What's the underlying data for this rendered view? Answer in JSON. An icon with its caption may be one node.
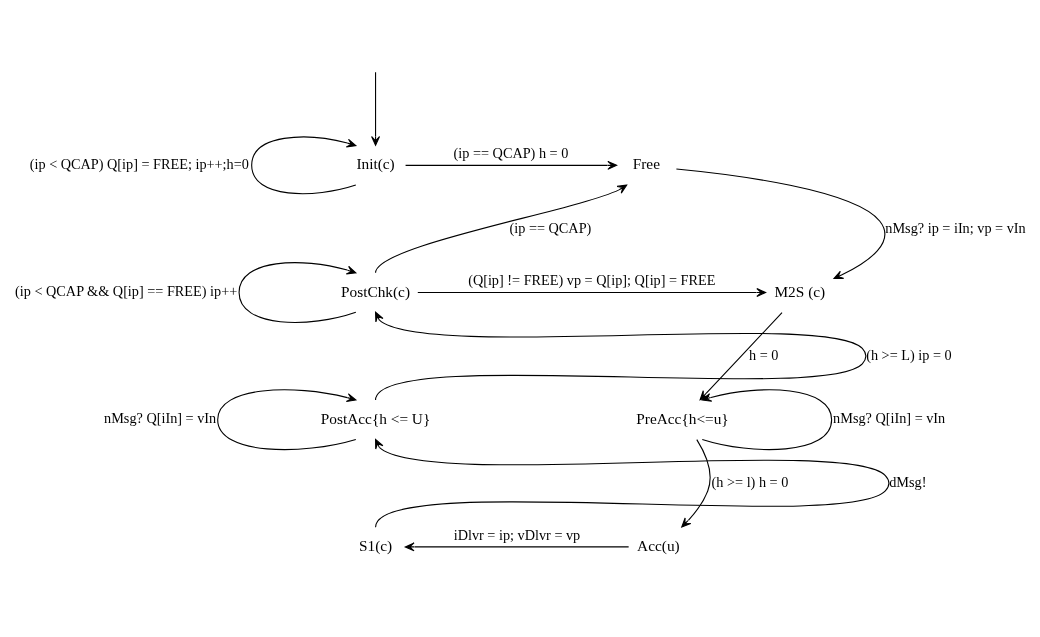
{
  "diagram": {
    "nodes": [
      {
        "text": [
          "Init(c)"
        ]
      },
      {
        "text": [
          "Free"
        ]
      },
      {
        "text": [
          "PostChk(c)"
        ]
      },
      {
        "text": [
          "M2S (c)"
        ]
      },
      {
        "text": [
          "PostAcc{h <= U}"
        ]
      },
      {
        "text": [
          "PreAcc{h<=u}"
        ]
      },
      {
        "text": [
          "S1(c)"
        ]
      },
      {
        "text": [
          "Acc(u)"
        ]
      }
    ],
    "edges": [
      {
        "from": null,
        "to": 0,
        "arrow": "to"
      },
      {
        "from": 0,
        "to": 1,
        "arrow": "to",
        "label": "(ip == QCAP) h = 0"
      },
      {
        "from": 0,
        "to": 0,
        "arrow": "to",
        "label": "(ip < QCAP) Q[ip] = FREE; ip++;h=0"
      },
      {
        "from": 1,
        "to": 3,
        "arrow": "to",
        "label": "nMsg? ip = iIn; vp = vIn"
      },
      {
        "from": 2,
        "to": 1,
        "arrow": "to",
        "label": "(ip == QCAP)"
      },
      {
        "from": 2,
        "to": 3,
        "arrow": "to",
        "label": "(Q[ip] != FREE) vp = Q[ip]; Q[ip] = FREE"
      },
      {
        "from": 2,
        "to": 2,
        "arrow": "to",
        "label": "(ip < QCAP && Q[ip] == FREE) ip++"
      },
      {
        "from": 3,
        "to": 5,
        "arrow": "to",
        "label": "h = 0"
      },
      {
        "from": 4,
        "to": 2,
        "arrow": "to",
        "label": "(h >= L) ip = 0"
      },
      {
        "from": 4,
        "to": 4,
        "arrow": "to",
        "label": "nMsg? Q[iIn] = vIn"
      },
      {
        "from": 6,
        "to": 4,
        "arrow": "to",
        "label": "dMsg!"
      },
      {
        "from": 5,
        "to": 5,
        "arrow": "to",
        "label": "nMsg? Q[iIn] = vIn"
      },
      {
        "from": 5,
        "to": 7,
        "arrow": "to",
        "label": "(h >= l) h = 0"
      },
      {
        "from": 7,
        "to": 6,
        "arrow": "to",
        "label": "iDlvr = ip; vDlvr = vp"
      }
    ]
  }
}
